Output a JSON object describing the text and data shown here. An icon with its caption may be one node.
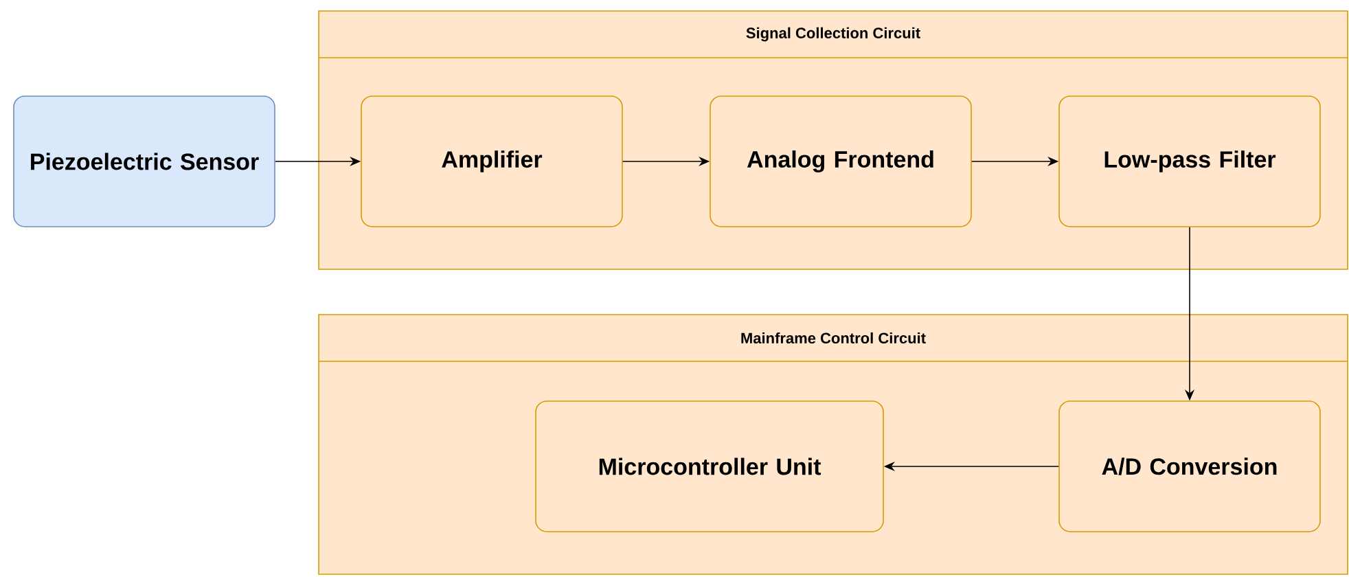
{
  "diagram": {
    "nodes": [
      {
        "text": [
          "Signal Collection Circuit"
        ]
      },
      {
        "text": [
          "Piezoelectric Sensor"
        ]
      },
      {
        "text": [
          "Amplifier"
        ],
        "in": 0
      },
      {
        "text": [
          "Analog Frontend"
        ],
        "in": 0
      },
      {
        "text": [
          "Low-pass Filter"
        ],
        "in": 0
      },
      {
        "text": [
          "Mainframe Control Circuit"
        ]
      },
      {
        "text": [
          "Microcontroller Unit"
        ],
        "in": 5
      },
      {
        "text": [
          "A/D Conversion"
        ],
        "in": 5
      }
    ],
    "edges": [
      {
        "from": 1,
        "to": 2,
        "arrow": "to"
      },
      {
        "from": 2,
        "to": 3,
        "arrow": "to"
      },
      {
        "from": 3,
        "to": 4,
        "arrow": "to"
      },
      {
        "from": 4,
        "to": 7,
        "arrow": "to"
      },
      {
        "from": 7,
        "to": 6,
        "arrow": "to"
      }
    ]
  }
}
